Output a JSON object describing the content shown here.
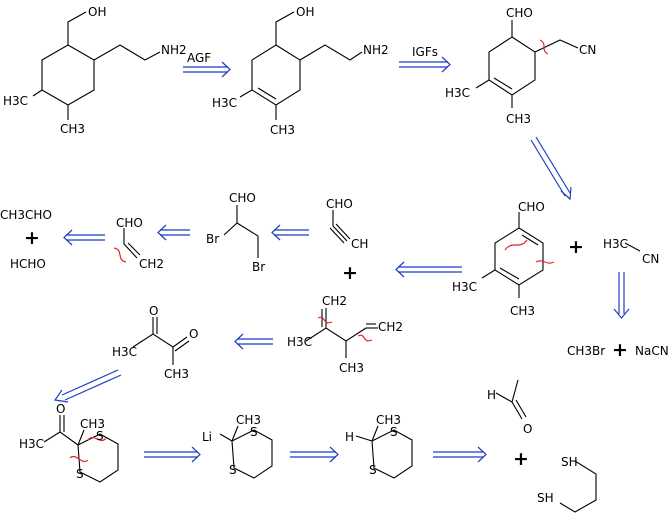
{
  "labels": {
    "m1_oh": "OH",
    "m1_nh2": "NH2",
    "m1_h3c": "H3C",
    "m1_ch3": "CH3",
    "agf": "AGF",
    "m2_oh": "OH",
    "m2_nh2": "NH2",
    "m2_h3c": "H3C",
    "m2_ch3": "CH3",
    "igfs": "IGFs",
    "m3_cho": "CHO",
    "m3_cn": "CN",
    "m3_h3c": "H3C",
    "m3_ch3": "CH3",
    "m4_cho": "CHO",
    "m4_h3c": "H3C",
    "m4_ch3": "CH3",
    "plus1": "+",
    "acn_h3c": "H3C",
    "acn_cn": "CN",
    "ch3br": "CH3Br",
    "plus2": "+",
    "nacn": "NaCN",
    "prop_cho": "CHO",
    "prop_ch": "CH",
    "dib_cho": "CHO",
    "dib_br1": "Br",
    "dib_br2": "Br",
    "acr_cho": "CHO",
    "acr_ch2": "CH2",
    "ch3cho": "CH3CHO",
    "plus3": "+",
    "hcho": "HCHO",
    "plus4": "+",
    "diene_ch2a": "CH2",
    "diene_ch2b": "CH2",
    "diene_h3c": "H3C",
    "diene_ch3": "CH3",
    "dk_h3c": "H3C",
    "dk_o1": "O",
    "dk_o2": "O",
    "dk_ch3": "CH3",
    "dt1_o": "O",
    "dt1_ch3": "CH3",
    "dt1_s1": "S",
    "dt1_s2": "S",
    "dt1_h3c": "H3C",
    "dt2_li": "Li",
    "dt2_ch3": "CH3",
    "dt2_s1": "S",
    "dt2_s2": "S",
    "dt3_h": "H",
    "dt3_ch3": "CH3",
    "dt3_s1": "S",
    "dt3_s2": "S",
    "acet_h": "H",
    "acet_o": "O",
    "plus5": "+",
    "pdt_sh1": "SH",
    "pdt_sh2": "SH"
  },
  "colors": {
    "bond": "#000000",
    "retro_arrow": "#1f3fbf",
    "disconnection": "#e0262d"
  }
}
